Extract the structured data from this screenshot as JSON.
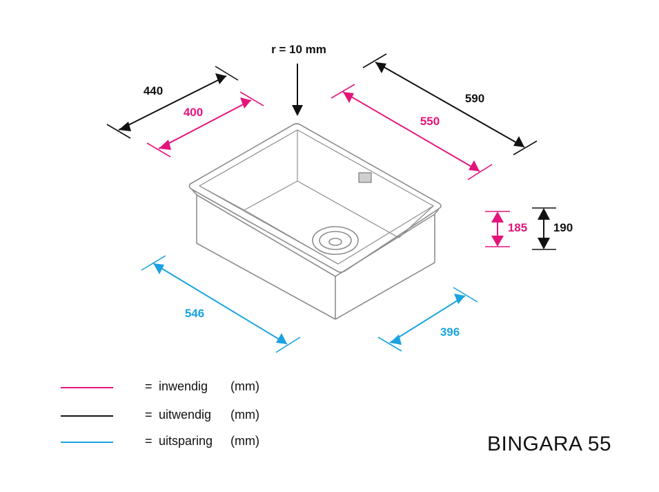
{
  "colors": {
    "inner": "#e4147b",
    "outer": "#111111",
    "cutout": "#1aa3e0",
    "sink_line": "#8c8c8c"
  },
  "dimensions": {
    "radius_label": "r = 10 mm",
    "outer_depth_label": "440",
    "inner_depth_label": "400",
    "outer_width_label": "590",
    "inner_width_label": "550",
    "inner_height_label": "185",
    "outer_height_label": "190",
    "cutout_width_label": "546",
    "cutout_depth_label": "396"
  },
  "legend": [
    {
      "color_key": "inner",
      "eq": "=",
      "text": "inwendig",
      "unit": "(mm)"
    },
    {
      "color_key": "outer",
      "eq": "=",
      "text": "uitwendig",
      "unit": "(mm)"
    },
    {
      "color_key": "cutout",
      "eq": "=",
      "text": "uitsparing",
      "unit": "(mm)"
    }
  ],
  "model_name": "BINGARA 55"
}
